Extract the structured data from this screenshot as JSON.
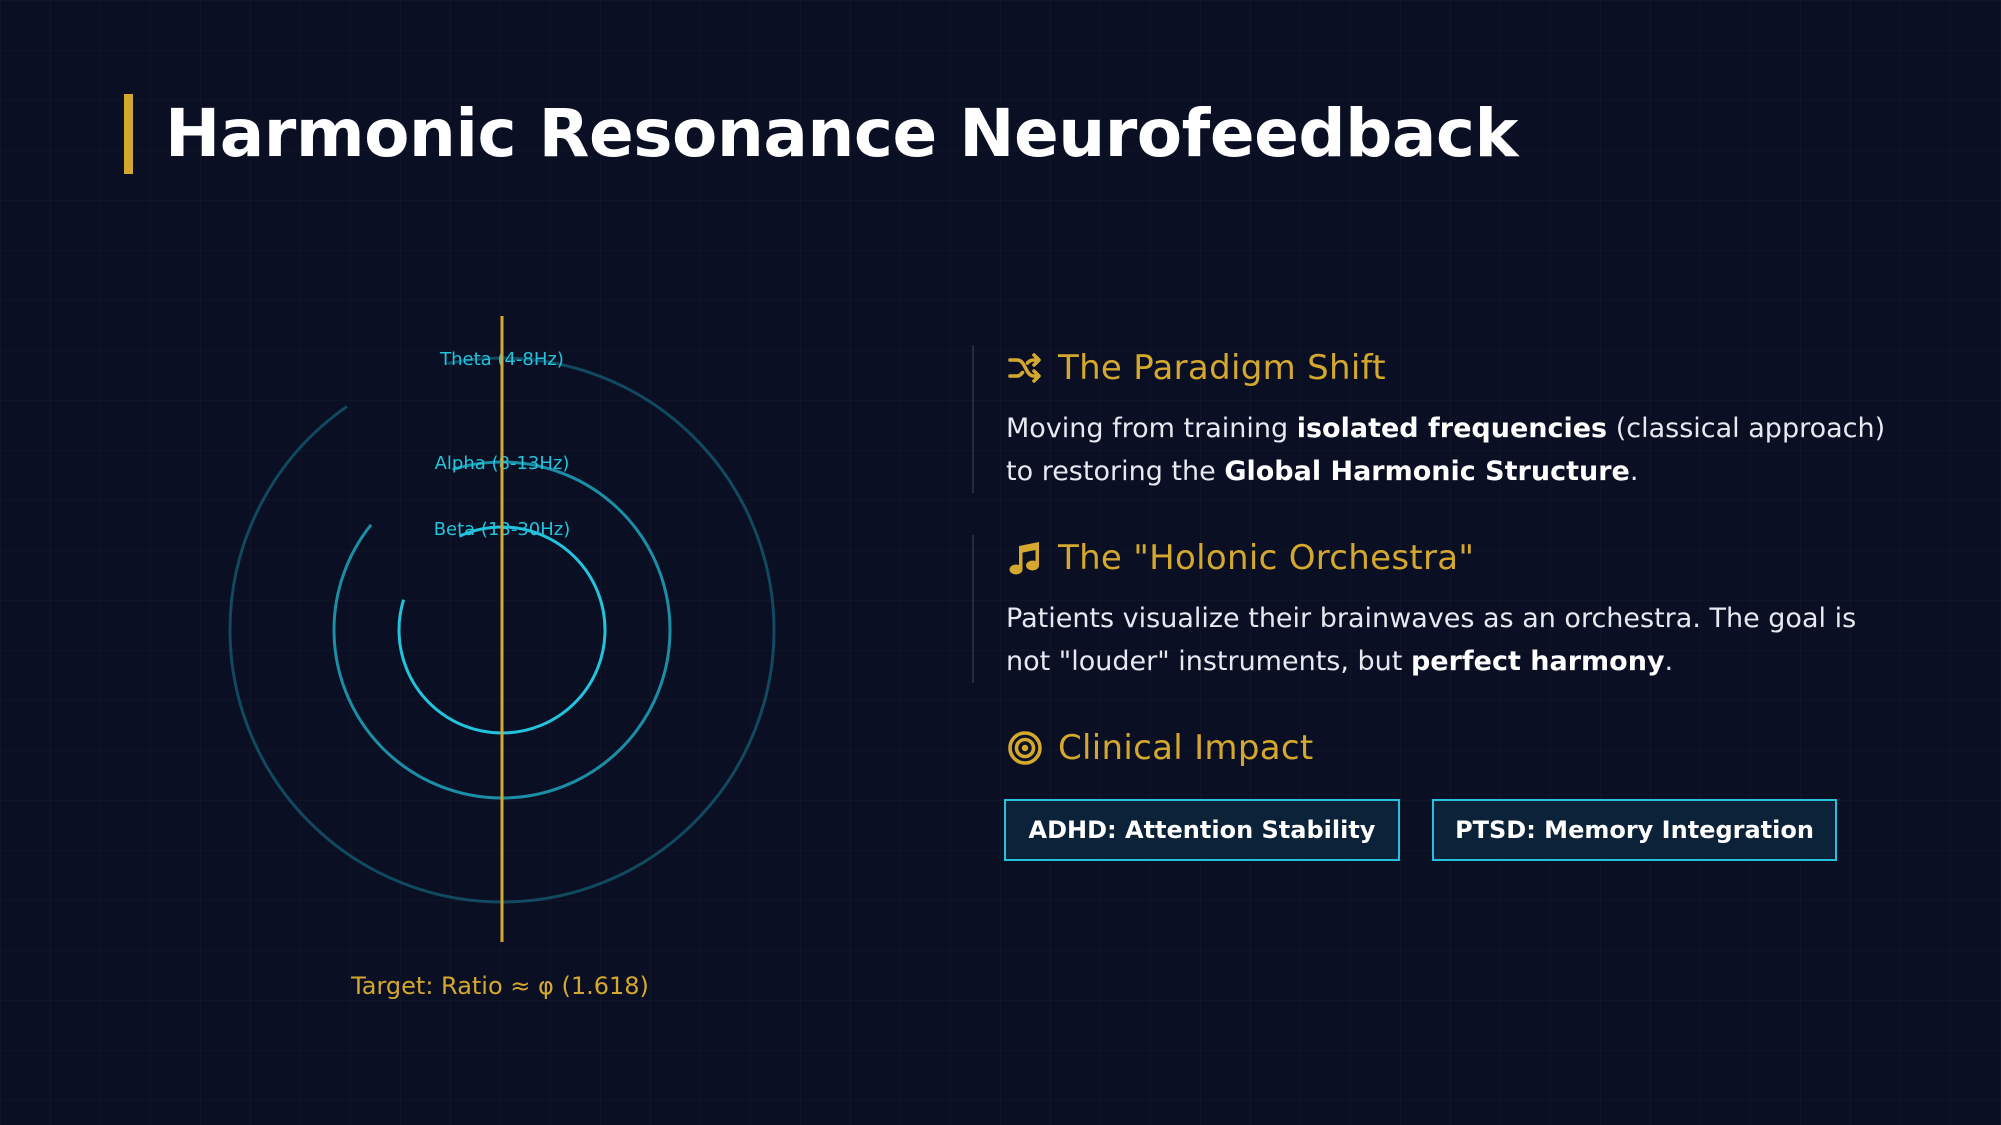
{
  "title": "Harmonic Resonance Neurofeedback",
  "diagram": {
    "rings": [
      {
        "label": "Theta (4-8Hz)"
      },
      {
        "label": "Alpha (8-13Hz)"
      },
      {
        "label": "Beta (13-30Hz)"
      }
    ],
    "target": "Target: Ratio ≈ φ (1.618)"
  },
  "sections": {
    "paradigm": {
      "icon": "shuffle-icon",
      "title": "The Paradigm Shift",
      "p1": "Moving from training ",
      "b1": "isolated frequencies",
      "p2": " (classical approach) to restoring the ",
      "b2": "Global Harmonic Structure",
      "p3": "."
    },
    "orchestra": {
      "icon": "music-note-icon",
      "title": "The \"Holonic Orchestra\"",
      "p1": "Patients visualize their brainwaves as an orchestra. The goal is not \"louder\" instruments, but ",
      "b1": "perfect harmony",
      "p2": "."
    },
    "impact": {
      "icon": "target-icon",
      "title": "Clinical Impact",
      "items": [
        "ADHD: Attention Stability",
        "PTSD: Memory Integration"
      ]
    }
  },
  "colors": {
    "background": "#0a0f23",
    "accent_gold": "#d4a82e",
    "accent_cyan": "#22c3dc"
  }
}
